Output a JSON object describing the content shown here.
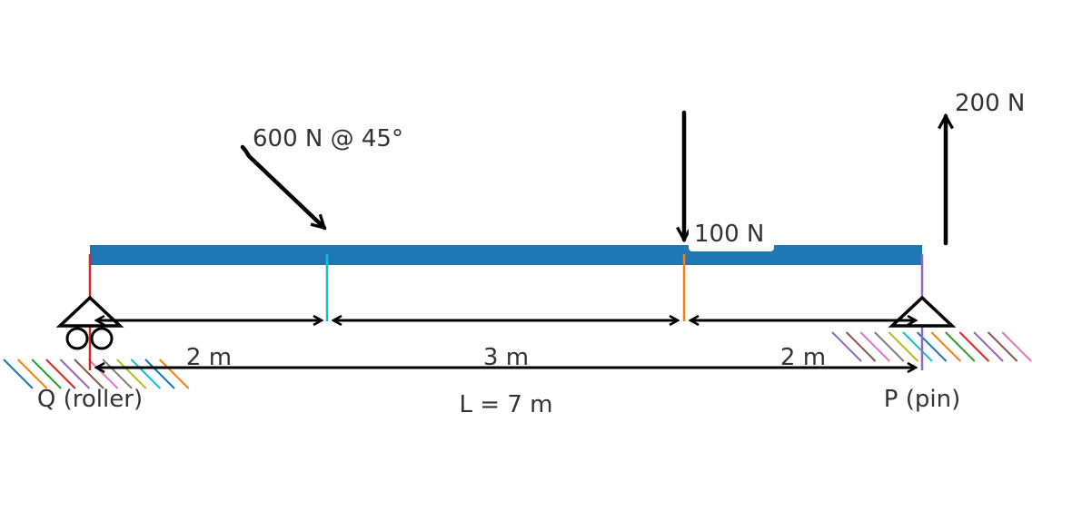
{
  "diagram": {
    "beam_color": "#1f77b4",
    "loads": {
      "inclined": {
        "label": "600 N @ 45°"
      },
      "down": {
        "label": "100 N"
      },
      "up": {
        "label": "200 N"
      }
    },
    "dimensions": {
      "seg1": "2 m",
      "seg2": "3 m",
      "seg3": "2 m",
      "total": "L = 7 m"
    },
    "supports": {
      "left": {
        "label": "Q (roller)"
      },
      "right": {
        "label": "P (pin)"
      }
    },
    "marker_colors": {
      "left_end": "#d62728",
      "load_600": "#17becf",
      "load_100": "#ff7f0e",
      "right_end": "#9467bd"
    },
    "hatch_colors": [
      "#1f77b4",
      "#ff7f0e",
      "#2ca02c",
      "#d62728",
      "#9467bd",
      "#8c564b",
      "#e377c2",
      "#7f7f7f",
      "#bcbd22",
      "#17becf"
    ]
  }
}
